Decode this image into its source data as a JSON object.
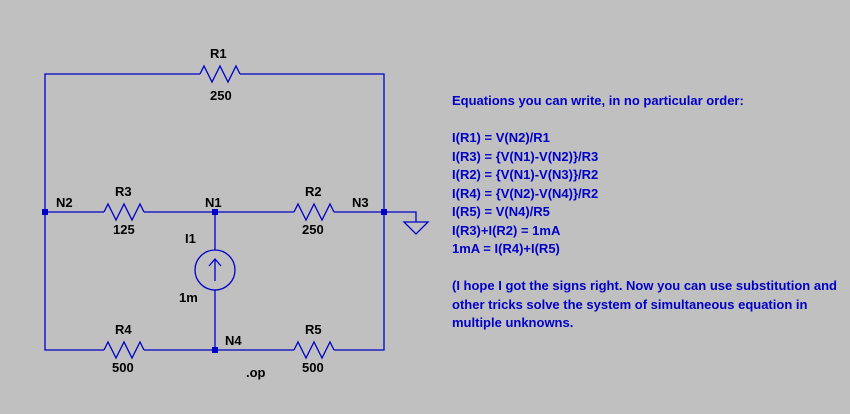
{
  "colors": {
    "background": "#c0c0c0",
    "wire": "#0000c8",
    "text": "#000000",
    "notes": "#0000c8"
  },
  "components": {
    "r1": {
      "name": "R1",
      "value": "250"
    },
    "r2": {
      "name": "R2",
      "value": "250"
    },
    "r3": {
      "name": "R3",
      "value": "125"
    },
    "r4": {
      "name": "R4",
      "value": "500"
    },
    "r5": {
      "name": "R5",
      "value": "500"
    },
    "i1": {
      "name": "I1",
      "value": "1m"
    }
  },
  "nodes": {
    "n1": "N1",
    "n2": "N2",
    "n3": "N3",
    "n4": "N4"
  },
  "directive": ".op",
  "notes": {
    "heading": "Equations you can write, in no particular order:",
    "equations": [
      "I(R1) = V(N2)/R1",
      "I(R3) = {V(N1)-V(N2)}/R3",
      "I(R2) = {V(N1)-V(N3)}/R2",
      "I(R4) = {V(N2)-V(N4)}/R2",
      "I(R5) = V(N4)/R5",
      "I(R3)+I(R2) = 1mA",
      "1mA = I(R4)+I(R5)"
    ],
    "footnote": "(I hope I got the signs right. Now you can use substitution and other tricks solve the system of simultaneous equation in multiple unknowns."
  }
}
